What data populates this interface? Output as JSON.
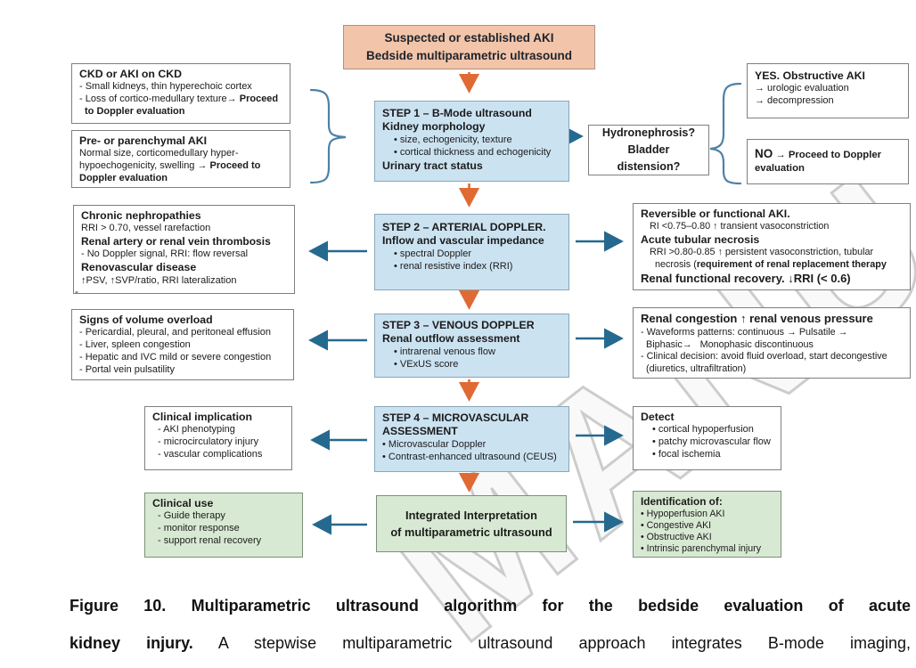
{
  "watermark": "MANU",
  "colors": {
    "start_box_fill": "#F2C5AA",
    "step_box_fill": "#CBE2F1",
    "green_box_fill": "#D8E9D3",
    "orange_arrow": "#E06A33",
    "blue_arrow": "#25698F",
    "brace": "#4D82A6",
    "box_border": "#7F7F7F"
  },
  "top_box": {
    "line1": "Suspected or established AKI",
    "line2": "Bedside multiparametric ultrasound"
  },
  "boxes": {
    "ckd": {
      "title": "CKD or AKI on CKD",
      "l1": "- Small kidneys, thin hyperechoic cortex",
      "l2a": "- Loss of cortico-medullary texture→ ",
      "l2b": "Proceed",
      "l3b": "to Doppler evaluation"
    },
    "pre": {
      "title": "Pre- or parenchymal AKI",
      "l1": "Normal size, corticomedullary hyper-",
      "l2a": "hypoechogenicity, swelling → ",
      "l2b": "Proceed to",
      "l3b": "Doppler evaluation"
    },
    "step1": {
      "t1": "STEP 1 – B-Mode ultrasound",
      "t2": "Kidney morphology",
      "b1": "• size, echogenicity, texture",
      "b2": "• cortical thickness and echogenicity",
      "t3": "Urinary tract status"
    },
    "hydro": {
      "l1": "Hydronephrosis?",
      "l2": "Bladder distension?"
    },
    "yes": {
      "title": "YES. Obstructive AKI",
      "l1": "→ urologic evaluation",
      "l2": "→ decompression"
    },
    "no": {
      "strong": "NO",
      "rest": " → Proceed to Doppler",
      "l2": "evaluation"
    },
    "step2": {
      "t1": "STEP 2 – ARTERIAL DOPPLER.",
      "t2": "Inflow and vascular impedance",
      "b1": "• spectral Doppler",
      "b2": "• renal resistive index (RRI)"
    },
    "chronic": {
      "t1": "Chronic nephropathies",
      "l1": "RRI > 0.70, vessel rarefaction",
      "t2": "Renal artery or renal vein thrombosis",
      "l2": "- No Doppler signal, RRI: flow reversal",
      "t3": "Renovascular disease",
      "l3": "↑PSV, ↑SVP/ratio, RRI lateralization"
    },
    "reversible": {
      "t1": "Reversible or functional AKI.",
      "l1": "RI <0.75–0.80 ↑ transient vasoconstriction",
      "t2": "Acute tubular necrosis",
      "l2": "RRI >0.80-0.85 ↑ persistent vasoconstriction, tubular",
      "l3a": "necrosis (",
      "l3b": "requirement of renal replacement therapy",
      "t3": "Renal functional recovery. ↓RRI (< 0.6)"
    },
    "step3": {
      "t1": "STEP 3 – VENOUS DOPPLER",
      "t2": "Renal outflow assessment",
      "b1": "• intrarenal venous flow",
      "b2": "• VExUS score"
    },
    "volume": {
      "t1": "Signs of volume overload",
      "l1": "- Pericardial, pleural, and peritoneal effusion",
      "l2": "- Liver, spleen congestion",
      "l3": "- Hepatic and IVC mild or severe congestion",
      "l4": "- Portal vein pulsatility"
    },
    "congestion": {
      "t1": "Renal congestion ↑ renal venous pressure",
      "l1": "- Waveforms patterns: continuous → Pulsatile →",
      "l2": "Biphasic→   Monophasic discontinuous",
      "l3": "- Clinical decision: avoid fluid overload, start decongestive",
      "l4": "(diuretics, ultrafiltration)"
    },
    "step4": {
      "t1": "STEP 4 – MICROVASCULAR",
      "t2": "ASSESSMENT",
      "b1": "• Microvascular Doppler",
      "b2": "• Contrast-enhanced ultrasound (CEUS)"
    },
    "implication": {
      "t1": "Clinical implication",
      "l1": "- AKI phenotyping",
      "l2": "- microcirculatory injury",
      "l3": "- vascular complications"
    },
    "detect": {
      "t1": "Detect",
      "b1": "• cortical hypoperfusion",
      "b2": "• patchy microvascular flow",
      "b3": "• focal ischemia"
    },
    "use": {
      "t1": "Clinical use",
      "l1": "- Guide therapy",
      "l2": "- monitor response",
      "l3": "- support renal recovery"
    },
    "integrated": {
      "l1": "Integrated Interpretation",
      "l2": "of multiparametric ultrasound"
    },
    "identification": {
      "t1": "Identification of:",
      "b1": "• Hypoperfusion AKI",
      "b2": "• Congestive AKI",
      "b3": "• Obstructive AKI",
      "b4": "• Intrinsic parenchymal injury"
    }
  },
  "stray_dash": "-",
  "caption": {
    "line1_bold": "Figure 10. Multiparametric ultrasound algorithm for the bedside evaluation of acute",
    "line2_bold": "kidney injury.",
    "line2_rest": " A stepwise multiparametric ultrasound approach integrates B-mode imaging,"
  }
}
